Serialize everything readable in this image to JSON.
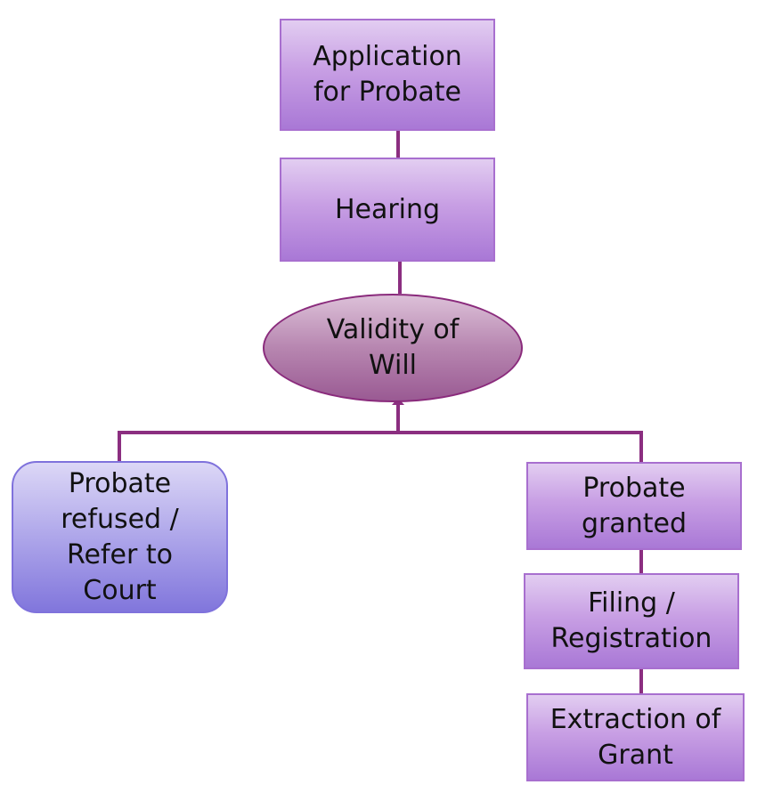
{
  "diagram": {
    "nodes": {
      "application": "Application\nfor Probate",
      "hearing": "Hearing",
      "validity": "Validity of\nWill",
      "refused": "Probate\nrefused /\nRefer to\nCourt",
      "granted": "Probate\ngranted",
      "filing": "Filing /\nRegistration",
      "extraction": "Extraction of\nGrant"
    },
    "colors": {
      "rect_fill_top": "#e2cdf1",
      "rect_fill_bottom": "#a978d6",
      "rect_border": "#a86fcf",
      "ellipse_fill_top": "#dcc0d8",
      "ellipse_fill_bottom": "#9a5a93",
      "ellipse_border": "#8a2b7c",
      "rounded_fill_top": "#dcd7f6",
      "rounded_fill_bottom": "#8176dc",
      "rounded_border": "#7f72dc",
      "connector": "#8b2e80"
    }
  }
}
